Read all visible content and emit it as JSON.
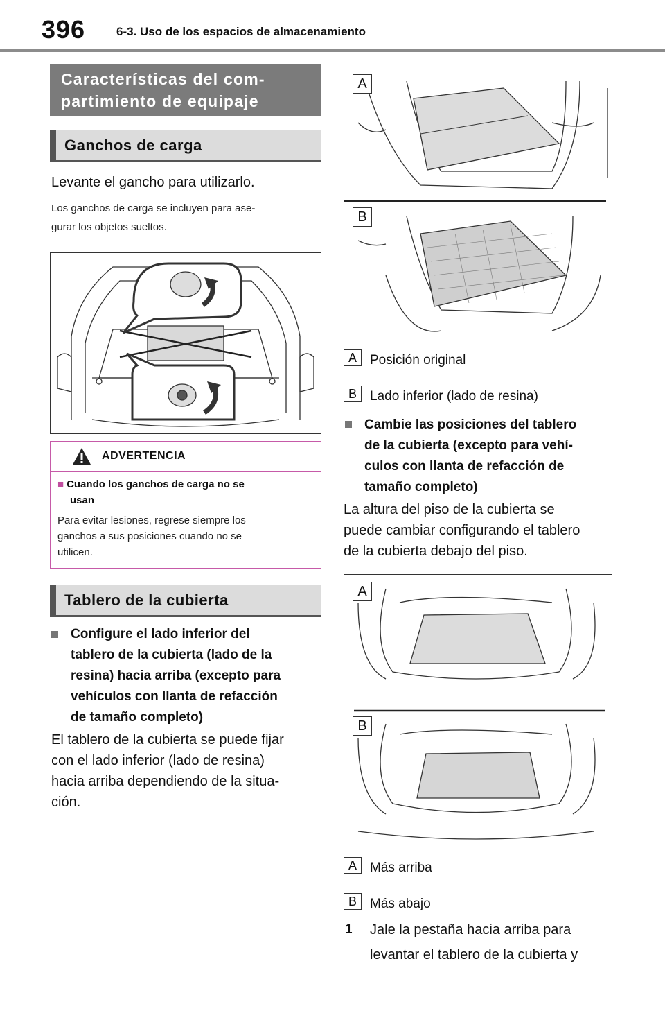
{
  "header": {
    "page_number": "396",
    "section": "6-3. Uso de los espacios de almacenamiento"
  },
  "banner": {
    "line1": "Características del com-",
    "line2": "partimiento de equipaje"
  },
  "left": {
    "subhead1": "Ganchos de carga",
    "p1": "Levante el gancho para utilizarlo.",
    "small1_line1": "Los ganchos de carga se incluyen para ase-",
    "small1_line2": "gurar los objetos sueltos.",
    "warning": {
      "title": "ADVERTENCIA",
      "head_line1": "Cuando los ganchos de carga no se",
      "head_line2": "usan",
      "body_line1": "Para evitar lesiones, regrese siempre los",
      "body_line2": "ganchos a sus posiciones cuando no se",
      "body_line3": "utilicen."
    },
    "subhead2": "Tablero de la cubierta",
    "bullet1": [
      "Configure el lado inferior del",
      "tablero de la cubierta (lado de la",
      "resina) hacia arriba (excepto para",
      "vehículos con llanta de refacción",
      "de tamaño completo)"
    ],
    "p2": [
      "El tablero de la cubierta se puede fijar",
      "con el lado inferior (lado de resina)",
      "hacia arriba dependiendo de la situa-",
      "ción."
    ]
  },
  "right": {
    "fig1_labels": [
      "A",
      "B"
    ],
    "cap1": [
      {
        "key": "A",
        "text": "Posición original"
      },
      {
        "key": "B",
        "text": "Lado inferior (lado de resina)"
      }
    ],
    "bullet2": [
      "Cambie las posiciones del tablero",
      "de la cubierta (excepto para vehí-",
      "culos con llanta de refacción de",
      "tamaño completo)"
    ],
    "p3": [
      "La altura del piso de la cubierta se",
      "puede cambiar configurando el tablero",
      "de la cubierta debajo del piso."
    ],
    "fig2_labels": [
      "A",
      "B"
    ],
    "cap2": [
      {
        "key": "A",
        "text": "Más arriba"
      },
      {
        "key": "B",
        "text": "Más abajo"
      }
    ],
    "step1_num": "1",
    "step1": [
      "Jale la pestaña hacia arriba para",
      "levantar el tablero de la cubierta y"
    ]
  },
  "colors": {
    "banner": "#7b7b7b",
    "subhead_bg": "#dcdcdc",
    "warning_border": "#c65aa8",
    "warning_square": "#c04e9f"
  }
}
